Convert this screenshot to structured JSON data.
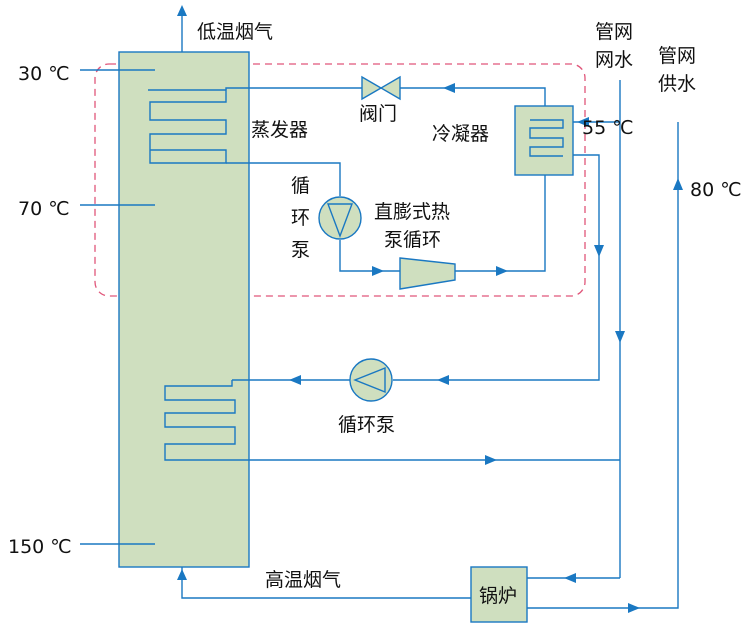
{
  "labels": {
    "low_temp_flue": "低温烟气",
    "high_temp_flue": "高温烟气",
    "temp_30": "30 ℃",
    "temp_70": "70 ℃",
    "temp_150": "150 ℃",
    "temp_55": "55 ℃",
    "temp_80": "80 ℃",
    "evaporator": "蒸发器",
    "valve": "阀门",
    "condenser": "冷凝器",
    "pump_vertical": [
      "循",
      "环",
      "泵"
    ],
    "heat_pump_cycle": [
      "直膨式热",
      "泵循环"
    ],
    "pump_lower": "循环泵",
    "boiler": "锅炉",
    "network_water": [
      "管网",
      "网水"
    ],
    "network_supply": [
      "管网",
      "供水"
    ]
  },
  "colors": {
    "pipe": "#1a78c2",
    "equipment_fill": "#cfdfbf",
    "dashed_boundary": "#e0567a"
  }
}
